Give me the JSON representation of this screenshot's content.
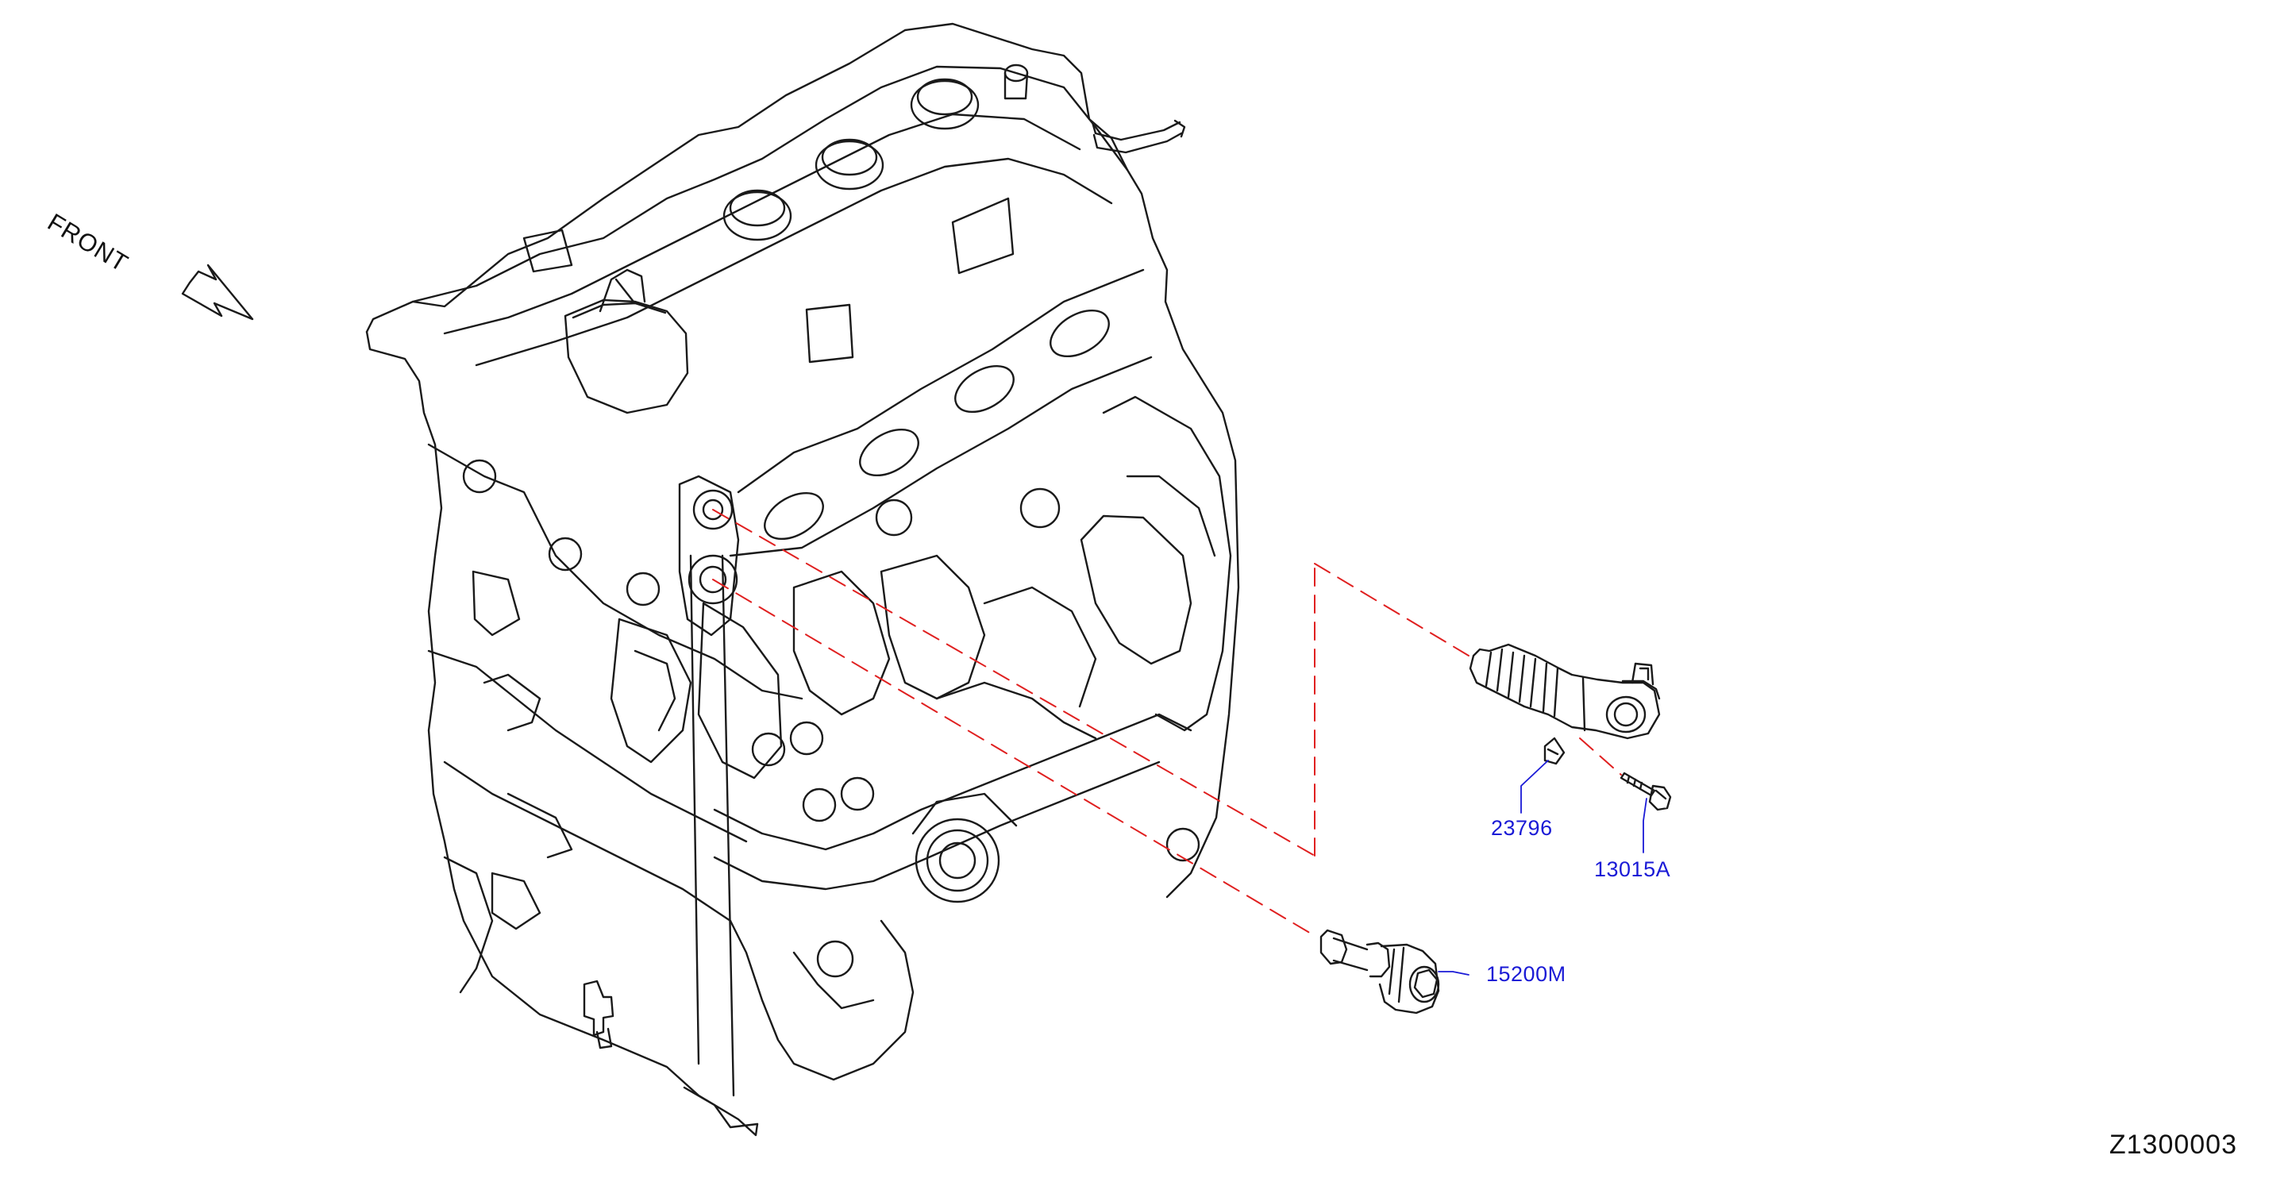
{
  "diagram": {
    "orientation_label": "FRONT",
    "diagram_id": "Z1300003",
    "line_color": "#1a1a1a",
    "leader_color": "#1a1ad6",
    "dash_color": "#e02020",
    "parts": [
      {
        "number": "23796"
      },
      {
        "number": "13015A"
      },
      {
        "number": "15200M"
      }
    ]
  }
}
